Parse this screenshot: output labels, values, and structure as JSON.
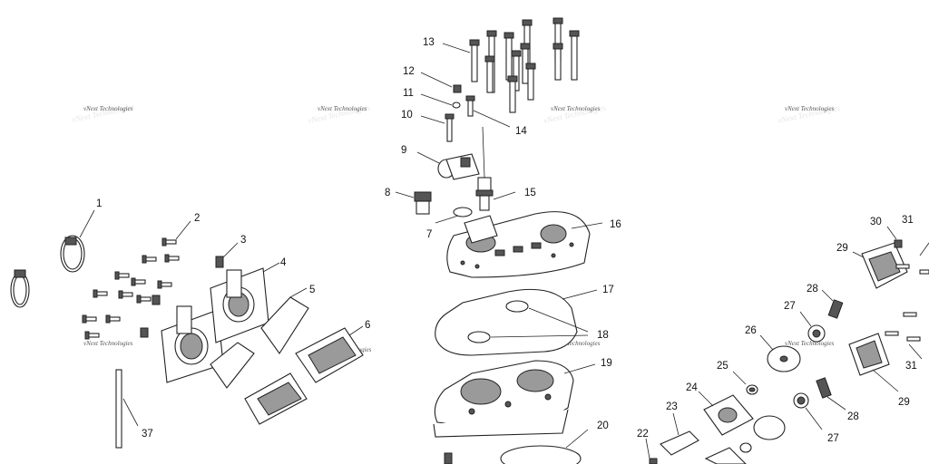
{
  "watermark": {
    "text": "vNext Technologies"
  },
  "callouts": {
    "c1": "1",
    "c2": "2",
    "c3": "3",
    "c4": "4",
    "c5": "5",
    "c6": "6",
    "c7": "7",
    "c8": "8",
    "c9": "9",
    "c10": "10",
    "c11": "11",
    "c12": "12",
    "c13": "13",
    "c14": "14",
    "c15": "15",
    "c16": "16",
    "c17": "17",
    "c18": "18",
    "c19": "19",
    "c20": "20",
    "c22": "22",
    "c23": "23",
    "c24": "24",
    "c25": "25",
    "c26": "26",
    "c27": "27",
    "c28": "28",
    "c29": "29",
    "c30": "30",
    "c31": "31",
    "c37": "37"
  }
}
